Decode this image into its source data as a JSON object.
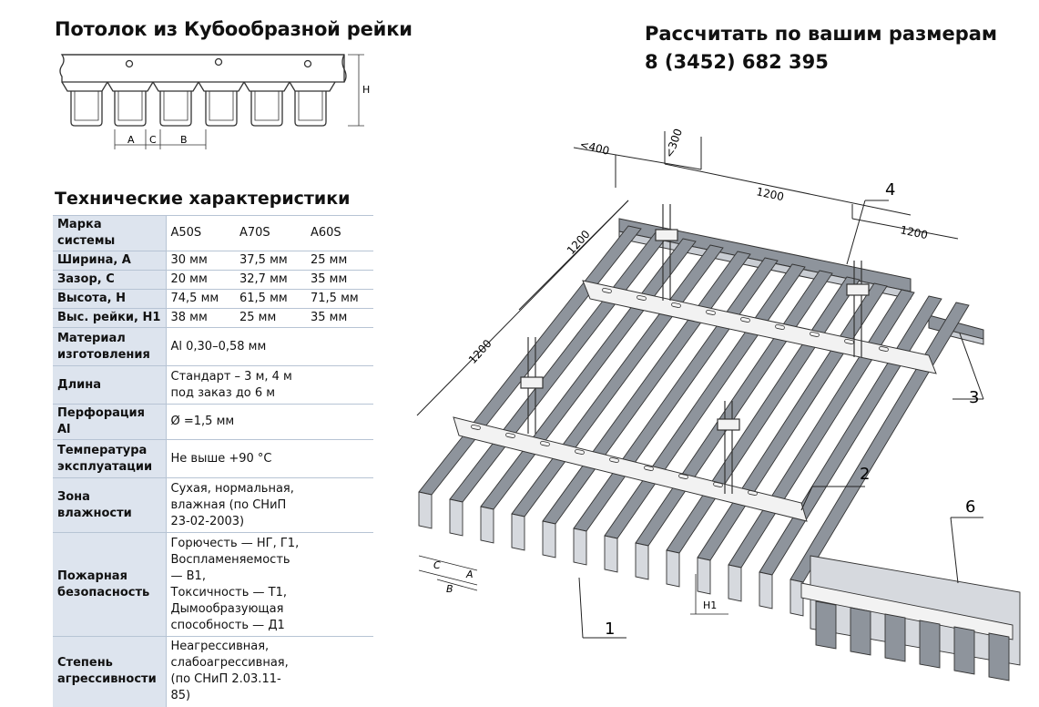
{
  "title": "Потолок из Кубообразной рейки",
  "calc": {
    "line1": "Рассчитать по вашим размерам",
    "phone": "8 (3452) 682 395"
  },
  "profile": {
    "label_a": "A",
    "label_c": "C",
    "label_b": "B",
    "label_h": "H"
  },
  "spec": {
    "heading": "Технические характеристики",
    "header": {
      "key": "Марка системы",
      "cols": [
        "A50S",
        "A70S",
        "A60S"
      ]
    },
    "rows3": [
      {
        "key": "Ширина, А",
        "vals": [
          "30 мм",
          "37,5 мм",
          "25 мм"
        ]
      },
      {
        "key": "Зазор, С",
        "vals": [
          "20 мм",
          "32,7 мм",
          "35 мм"
        ]
      },
      {
        "key": "Высота, Н",
        "vals": [
          "74,5 мм",
          "61,5 мм",
          "71,5 мм"
        ]
      },
      {
        "key": "Выс. рейки, Н1",
        "vals": [
          "38 мм",
          "25 мм",
          "35 мм"
        ]
      }
    ],
    "rows": [
      {
        "key": [
          "Материал",
          "изготовления"
        ],
        "val": [
          "Al 0,30–0,58 мм"
        ]
      },
      {
        "key": [
          "Длина"
        ],
        "val": [
          "Стандарт – 3 м, 4 м",
          "под заказ до 6 м"
        ]
      },
      {
        "key": [
          "Перфорация Al"
        ],
        "val": [
          "Ø =1,5 мм"
        ]
      },
      {
        "key": [
          "Температура",
          "эксплуатации"
        ],
        "val": [
          "Не выше +90 °С"
        ]
      },
      {
        "key": [
          "Зона",
          "влажности"
        ],
        "val": [
          "Сухая, нормальная,",
          "влажная (по СНиП",
          "23-02-2003)"
        ]
      },
      {
        "key": [
          "Пожарная",
          "безопасность"
        ],
        "val": [
          "Горючесть — НГ, Г1,",
          "Воспламеняемость",
          "— В1,",
          "Токсичность — Т1,",
          "Дымообразующая",
          "способность — Д1"
        ]
      },
      {
        "key": [
          "Степень",
          "агрессивности"
        ],
        "val": [
          "Неагрессивная,",
          "слабоагрессивная,",
          "(по СНиП 2.03.11-",
          "85)"
        ]
      }
    ]
  },
  "diagram": {
    "dim_400": "<400",
    "dim_300": "<300",
    "dim_1200_top": "1200",
    "dim_1200_right": "1200",
    "dim_1200_mid": "1200",
    "dim_1200_left": "1200",
    "callout_1": "1",
    "callout_2": "2",
    "callout_3": "3",
    "callout_4": "4",
    "callout_6": "6",
    "label_c": "C",
    "label_a": "A",
    "label_b": "B",
    "label_h1": "H1"
  },
  "colors": {
    "table_key_bg": "#dde4ee",
    "rail_gray": "#8e949c",
    "rail_light": "#d6d9de",
    "stringer": "#f2f2f2"
  }
}
